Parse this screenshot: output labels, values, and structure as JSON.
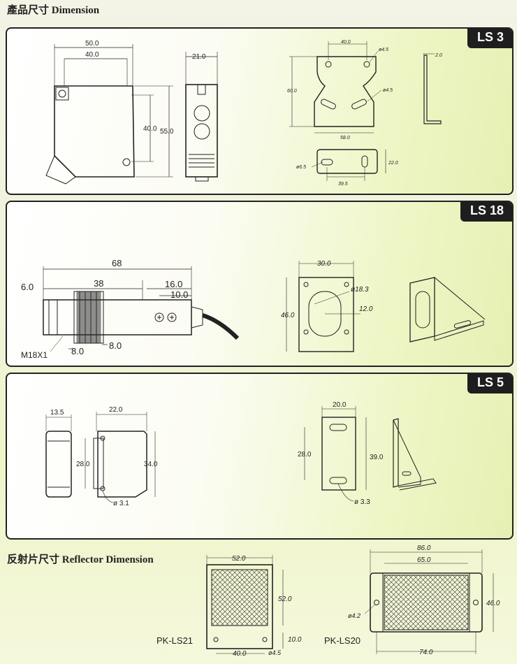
{
  "section_titles": {
    "dimension": "產品尺寸  Dimension",
    "reflector": "反射片尺寸   Reflector Dimension"
  },
  "models": {
    "ls3": "LS 3",
    "ls18": "LS 18",
    "ls5": "LS 5"
  },
  "ls3_dims": {
    "w50": "50.0",
    "w40": "40.0",
    "h40": "40.0",
    "h55": "55.0",
    "d21": "21.0",
    "b40": "40.0",
    "bdia_top": "ø4.5",
    "b2": "2.0",
    "b60": "60.0",
    "bdia_mid": "ø4.5",
    "b58": "58.0",
    "b22": "22.0",
    "bdia_bot": "ø6.5",
    "b39": "39.5"
  },
  "ls18_dims": {
    "l68": "68",
    "l6": "6.0",
    "l38": "38",
    "l16": "16.0",
    "l10": "10.0",
    "thread": "M18X1",
    "l8a": "8.0",
    "l8b": "8.0",
    "b30": "30.0",
    "bdia": "ø18.3",
    "b12": "12.0",
    "b46": "46.0"
  },
  "ls5_dims": {
    "w13": "13.5",
    "w22": "22.0",
    "h28": "28.0",
    "h34": "34.0",
    "hole": "ø 3.1",
    "b20": "20.0",
    "b28": "28.0",
    "b39": "39.0",
    "bhole": "ø 3.3"
  },
  "reflectors": {
    "ls21_name": "PK-LS21",
    "ls21_w": "52.0",
    "ls21_h": "52.0",
    "ls21_10": "10.0",
    "ls21_40": "40.0",
    "ls21_hole": "ø4.5",
    "ls20_name": "PK-LS20",
    "ls20_86": "86.0",
    "ls20_65": "65.0",
    "ls20_46": "46.0",
    "ls20_hole": "ø4.2",
    "ls20_74": "74.0"
  }
}
